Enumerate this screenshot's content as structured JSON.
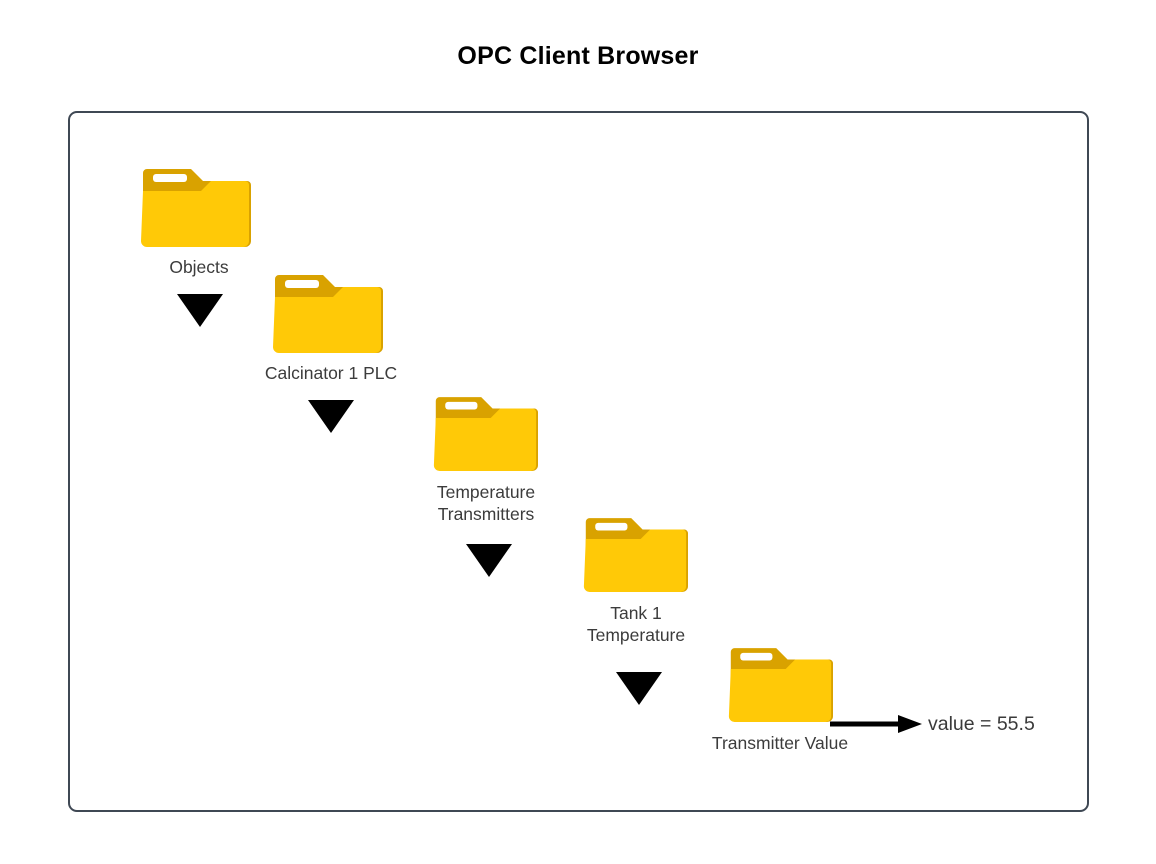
{
  "title": "OPC Client Browser",
  "canvas": {
    "border_color": "#3f4854",
    "background": "#ffffff"
  },
  "icons": {
    "folder_body_color": "#FFC907",
    "folder_tab_color": "#D9A200",
    "folder_stripe_color": "#ffffff",
    "arrow_color": "#000000"
  },
  "tree": {
    "nodes": [
      {
        "id": "objects",
        "icon": "folder-icon",
        "label": "Objects"
      },
      {
        "id": "calcinator-1-plc",
        "icon": "folder-icon",
        "label": "Calcinator 1 PLC"
      },
      {
        "id": "temperature-transmitters",
        "icon": "folder-icon",
        "label": "Temperature\nTransmitters"
      },
      {
        "id": "tank-1-temperature",
        "icon": "folder-icon",
        "label": "Tank 1\nTemperature"
      },
      {
        "id": "transmitter-value",
        "icon": "folder-icon",
        "label": "Transmitter Value"
      }
    ],
    "connectors": [
      {
        "id": "connector-1",
        "icon": "arrow-down-icon",
        "from": "objects",
        "to": "calcinator-1-plc"
      },
      {
        "id": "connector-2",
        "icon": "arrow-down-icon",
        "from": "calcinator-1-plc",
        "to": "temperature-transmitters"
      },
      {
        "id": "connector-3",
        "icon": "arrow-down-icon",
        "from": "temperature-transmitters",
        "to": "tank-1-temperature"
      },
      {
        "id": "connector-4",
        "icon": "arrow-down-icon",
        "from": "tank-1-temperature",
        "to": "transmitter-value"
      }
    ]
  },
  "value_readout": {
    "icon": "arrow-right-icon",
    "text": "value = 55.5"
  }
}
